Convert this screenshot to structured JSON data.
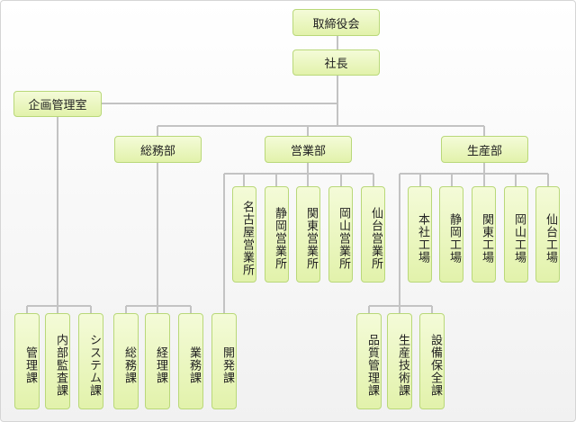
{
  "nodes": {
    "board": "取締役会",
    "president": "社長",
    "planning": "企画管理室",
    "general_affairs": "総務部",
    "sales": "営業部",
    "production": "生産部",
    "nagoya_sales": "名古屋営業所",
    "shizuoka_sales": "静岡営業所",
    "kanto_sales": "関東営業所",
    "okayama_sales": "岡山営業所",
    "sendai_sales": "仙台営業所",
    "honsha_factory": "本社工場",
    "shizuoka_factory": "静岡工場",
    "kanto_factory": "関東工場",
    "okayama_factory": "岡山工場",
    "sendai_factory": "仙台工場",
    "management": "管理課",
    "internal_audit": "内部監査課",
    "system": "システム課",
    "general_section": "総務課",
    "accounting": "経理課",
    "business": "業務課",
    "development": "開発課",
    "quality": "品質管理課",
    "production_tech": "生産技術課",
    "equipment": "設備保全課"
  },
  "colors": {
    "node_fill_top": "#f4fbd8",
    "node_fill_bottom": "#e2f2ab",
    "node_border": "#b9d879",
    "connector": "#c3c3c3"
  }
}
